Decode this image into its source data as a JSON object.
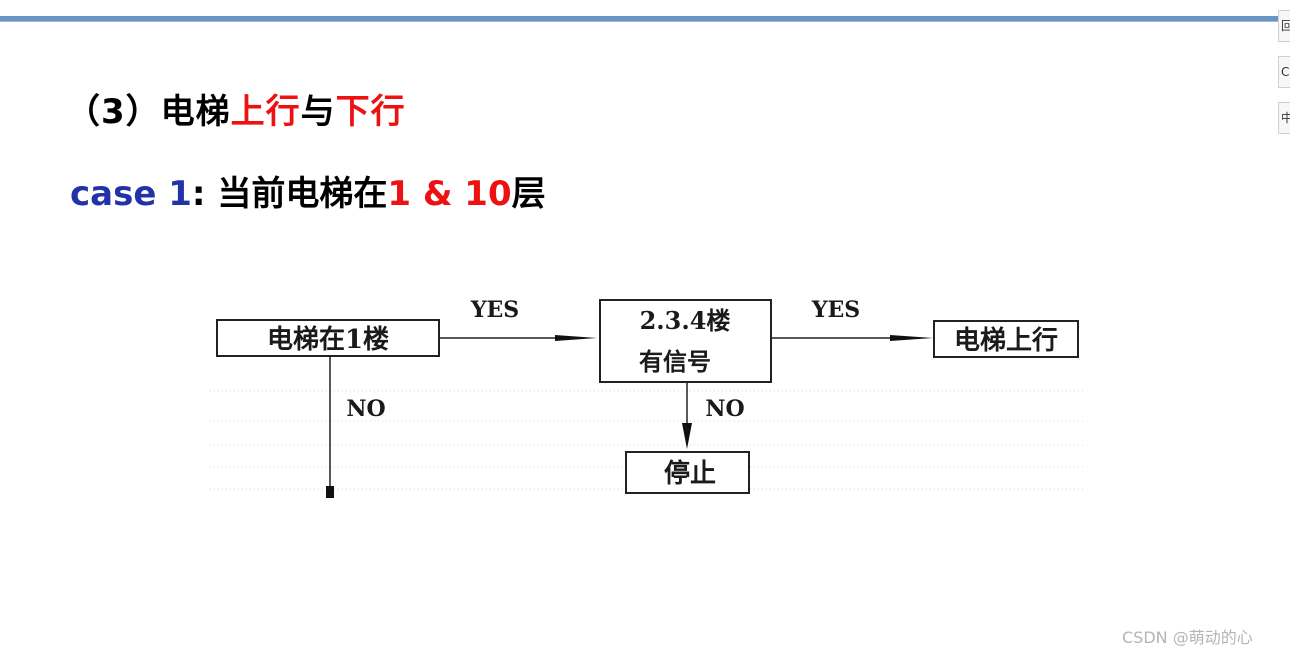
{
  "slide": {
    "title": {
      "prefix": "（3）电梯",
      "up": "上行",
      "conj": "与",
      "down": "下行"
    },
    "subtitle": {
      "case_label": "case 1",
      "colon_text": ": 当前电梯在",
      "floors": "1 & 10",
      "suffix": "层"
    }
  },
  "flowchart": {
    "box_start": "电梯在1楼",
    "box_signal_line1": "2.3.4楼",
    "box_signal_line2": "有信号",
    "box_up": "电梯上行",
    "box_stop": "停止",
    "label_yes_1": "YES",
    "label_yes_2": "YES",
    "label_no_1": "NO",
    "label_no_2": "NO"
  },
  "side_widgets": {
    "w1": "回",
    "w2": "C",
    "w3": "中"
  },
  "watermark": "CSDN @萌动的心",
  "colors": {
    "accent_red": "#ee1111",
    "accent_blue": "#2233a8",
    "top_rule": "#6a94c4"
  }
}
